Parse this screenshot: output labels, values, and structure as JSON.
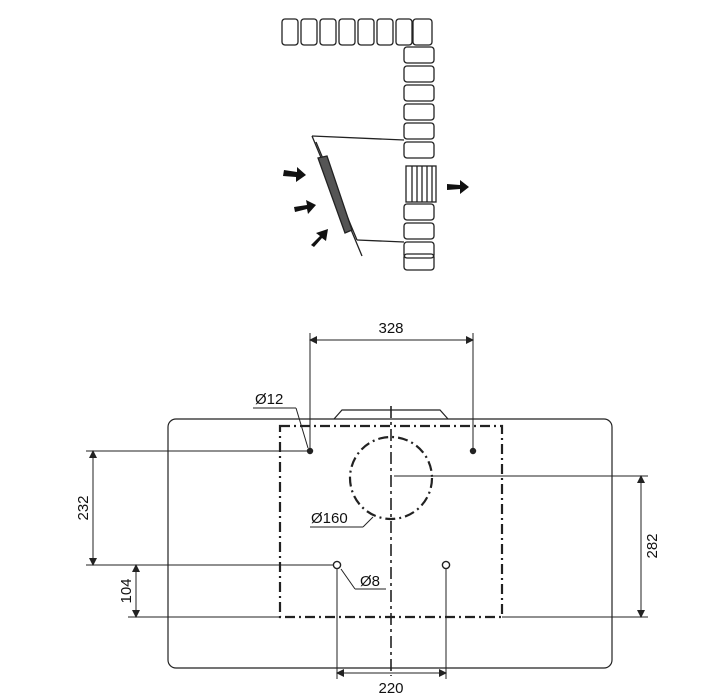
{
  "dimensions": {
    "top_width": "328",
    "hole_small_top": "Ø12",
    "left_height": "232",
    "duct": "Ø160",
    "right_height": "282",
    "bottom_left_height": "104",
    "hole_small_bottom": "Ø8",
    "bottom_width": "220"
  },
  "colors": {
    "line": "#222222",
    "background": "#ffffff"
  },
  "icons": {
    "airflow_in": "arrow-in-icon",
    "airflow_out": "arrow-out-icon"
  }
}
